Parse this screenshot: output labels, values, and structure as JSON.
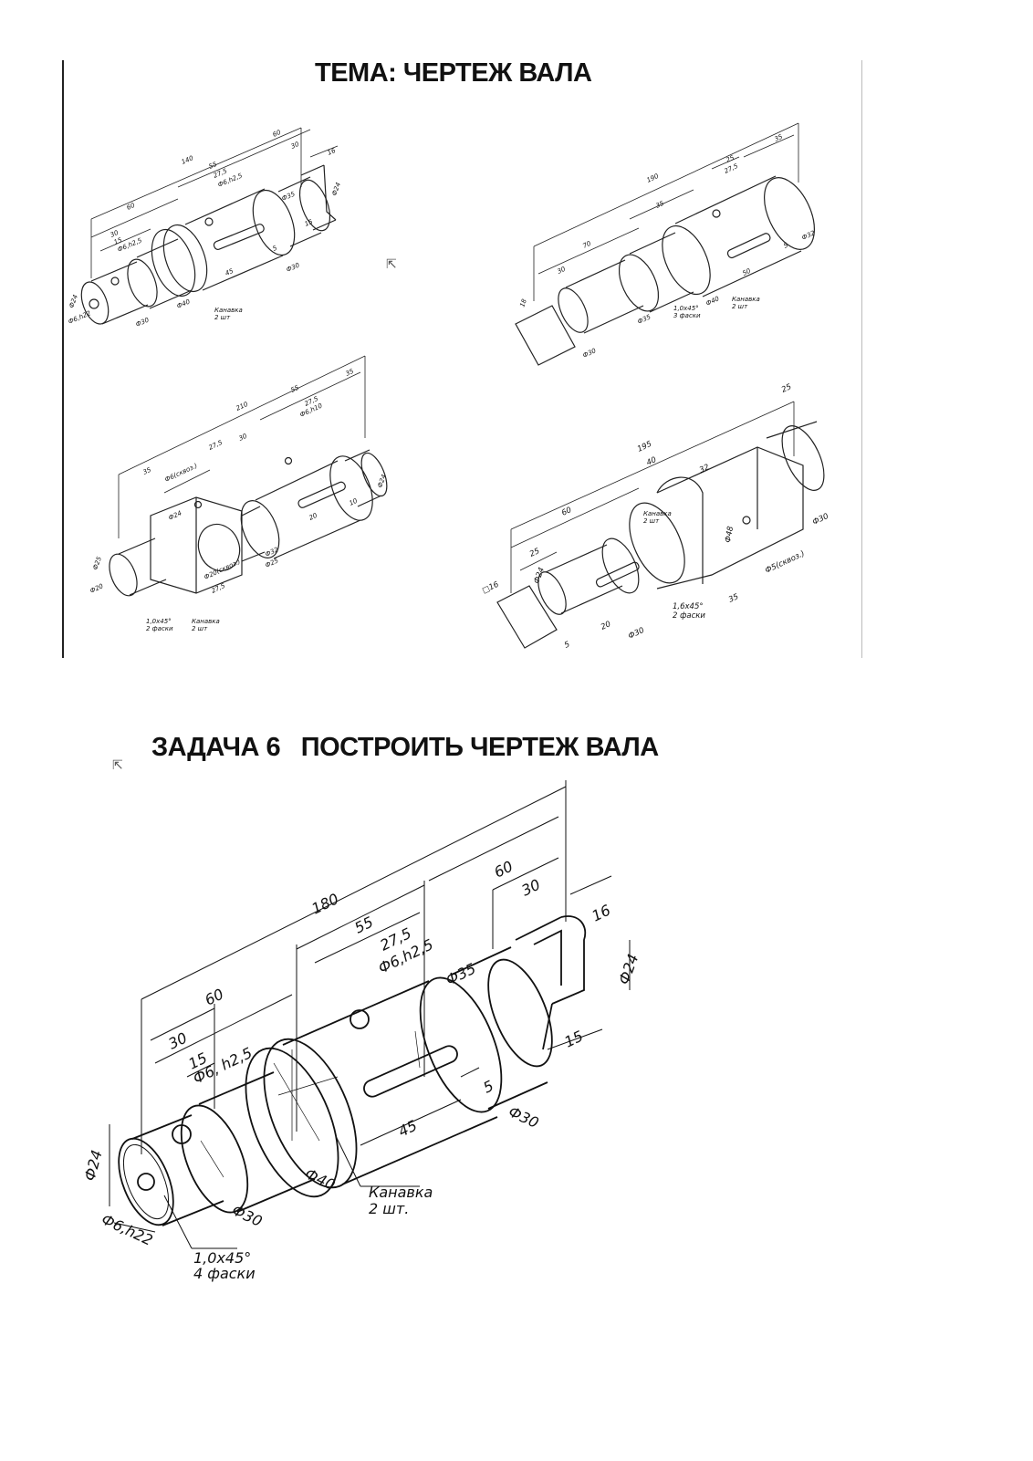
{
  "top_title": "ТЕМА: ЧЕРТЕЖ ВАЛА",
  "task_title": "ЗАДАЧА 6   ПОСТРОИТЬ ЧЕРТЕЖ ВАЛА",
  "examples": {
    "a": {
      "dims": [
        "140",
        "60",
        "30",
        "55",
        "27,5",
        "Ф6,h2,5",
        "Ф30",
        "Ф24",
        "Ф35",
        "Ф40",
        "Ф30",
        "45",
        "5",
        "15",
        "16",
        "30",
        "15",
        "Ф6,h22",
        "Ф24"
      ],
      "groove": "Канавка",
      "groove_count": "2 шт"
    },
    "b": {
      "dims": [
        "190",
        "35",
        "25",
        "27,5",
        "35",
        "70",
        "30",
        "Ф30",
        "Ф35",
        "Ф40",
        "Ф32",
        "5",
        "50",
        "18"
      ],
      "chamfer": "1,0х45°",
      "chamfer_count": "3 фаски",
      "groove": "Канавка",
      "groove_count": "2 шт"
    },
    "c": {
      "dims": [
        "210",
        "55",
        "35",
        "27,5",
        "30",
        "27,5",
        "35",
        "Ф6,h10",
        "Ф6(сквоз.)",
        "Ф24",
        "Ф32",
        "20",
        "10",
        "Ф25",
        "Ф24",
        "Ф20(сквоз.)",
        "27,5",
        "Ф25",
        "Ф20"
      ],
      "chamfer": "1,0х45°",
      "chamfer_count": "2 фаски",
      "groove": "Канавка",
      "groove_count": "2 шт"
    },
    "d": {
      "dims": [
        "195",
        "40",
        "60",
        "25",
        "25",
        "32",
        "Ф48",
        "Ф30",
        "Ф5(сквоз.)",
        "35",
        "□16",
        "Ф24",
        "20",
        "5",
        "Ф30"
      ],
      "chamfer": "1,6х45°",
      "chamfer_count": "2 фаски",
      "groove": "Канавка",
      "groove_count": "2 шт"
    }
  },
  "task": {
    "dims": {
      "total": "180",
      "d60_left": "60",
      "d30_left": "30",
      "d15_left": "15",
      "hole_left": "Ф6, h2,5",
      "d55": "55",
      "d27_5": "27,5",
      "hole_mid": "Ф6,h2,5",
      "d35": "Ф35",
      "d60_right": "60",
      "d30_right": "30",
      "d16": "16",
      "d24_right": "Ф24",
      "d15_right": "15",
      "d5": "5",
      "d30_dia": "Ф30",
      "d45": "45",
      "d40": "Ф40",
      "d30_small": "Ф30",
      "d24_left": "Ф24",
      "hole_end": "Ф6,h22"
    },
    "groove": "Канавка",
    "groove_count": "2 шт.",
    "chamfer": "1,0х45°",
    "chamfer_count": "4 фаски"
  }
}
